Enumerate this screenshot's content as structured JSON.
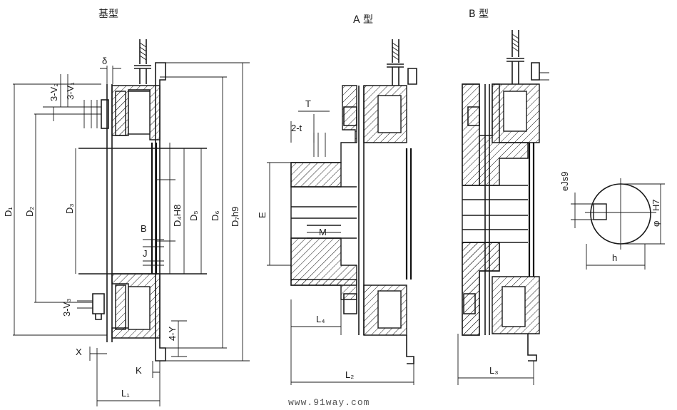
{
  "views": [
    {
      "title": "基型"
    },
    {
      "title": "A 型"
    },
    {
      "title": "B 型"
    }
  ],
  "labels": {
    "delta": "δ",
    "v2": "3-V₂",
    "v1": "3-V₁",
    "d1": "D₁",
    "d2": "D₂",
    "d3": "D₃",
    "d4": "D₄H8",
    "d5": "D₅",
    "d6": "D₆",
    "d7": "D₇h9",
    "b": "B",
    "j": "J",
    "v3": "3-V₃",
    "y4": "4-Y",
    "x": "X",
    "k": "K",
    "l1": "L₁",
    "t": "T",
    "t2": "2-t",
    "e": "E",
    "m": "M",
    "l4": "L₄",
    "l2": "L₂",
    "l3": "L₃",
    "ejs9": "eJs9",
    "h7": "H7",
    "phi": "φ",
    "h": "h"
  },
  "watermark": "www.91way.com"
}
